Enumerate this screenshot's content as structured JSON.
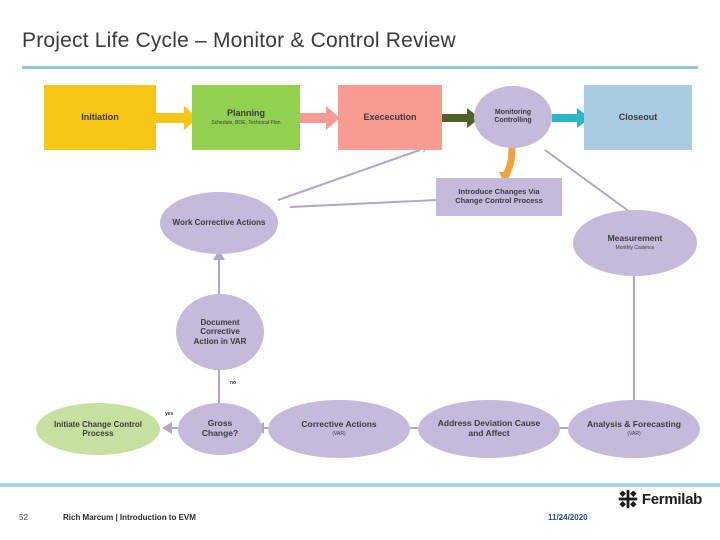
{
  "slide": {
    "title": "Project Life Cycle – Monitor & Control Review",
    "page_number": "52",
    "footer_text": "Rich Marcum | Introduction to EVM",
    "date": "11/24/2020",
    "logo_text": "Fermilab"
  },
  "colors": {
    "title_rule": "#8fc7d6",
    "footer_rule": "#a8d4e2",
    "initiation": "#f5c518",
    "planning": "#92d050",
    "execution": "#f79b93",
    "monitoring": "#c9b8dd",
    "closeout": "#a9cce3",
    "ellipse_purple": "#c5b9dc",
    "ellipse_green": "#c6e0a0",
    "arrow_yellow": "#f5c518",
    "arrow_pink": "#f79b93",
    "arrow_green": "#4f6228",
    "arrow_teal": "#2eb6c6",
    "arrow_orange": "#f0a33c",
    "connector": "#b1a5c8"
  },
  "phases": [
    {
      "name": "initiation",
      "label": "Initiation",
      "sub": ""
    },
    {
      "name": "planning",
      "label": "Planning",
      "sub": "Schedule, BOE, Technical Plan"
    },
    {
      "name": "execution",
      "label": "Exececution",
      "sub": ""
    },
    {
      "name": "monitoring",
      "label": "Monitoring\nControlling",
      "sub": ""
    },
    {
      "name": "closeout",
      "label": "Closeout",
      "sub": ""
    }
  ],
  "phase_labels": {
    "initiation": "Initiation",
    "planning": "Planning",
    "planning_sub": "Schedule, BOE, Technical Plan",
    "execution": "Exececution",
    "monitoring_line1": "Monitoring",
    "monitoring_line2": "Controlling",
    "closeout": "Closeout"
  },
  "nodes": {
    "introduce_changes_line1": "Introduce Changes Via",
    "introduce_changes_line2": "Change Control Process",
    "work_corrective_actions": "Work Corrective Actions",
    "measurement": "Measurement",
    "measurement_sub": "Monthly Cadence",
    "document_var_line1": "Document",
    "document_var_line2": "Corrective",
    "document_var_line3": "Action in VAR",
    "initiate_change_line1": "Initiate Change Control",
    "initiate_change_line2": "Process",
    "gross_change_line1": "Gross",
    "gross_change_line2": "Change?",
    "corrective_actions": "Corrective Actions",
    "corrective_actions_sub": "(VAR)",
    "address_deviation_line1": "Address Deviation Cause",
    "address_deviation_line2": "and Affect",
    "analysis_forecasting": "Analysis & Forecasting",
    "analysis_forecasting_sub": "(VAR)"
  },
  "decision_labels": {
    "yes": "yes",
    "no": "no"
  }
}
